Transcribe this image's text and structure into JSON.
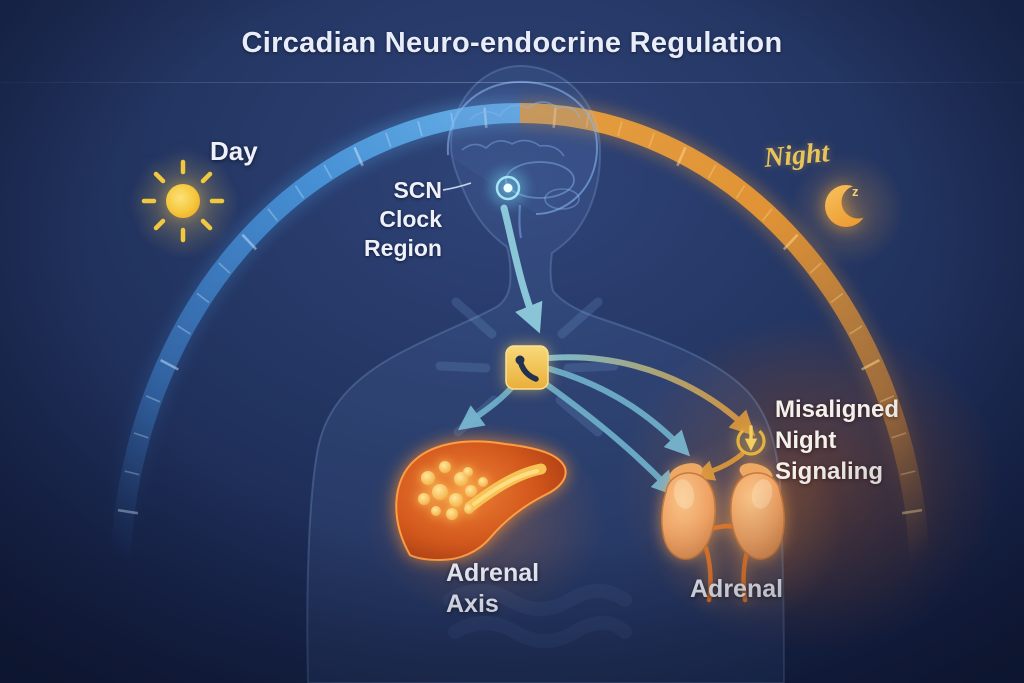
{
  "title": "Circadian Neuro-endocrine Regulation",
  "arc": {
    "day_label": "Day",
    "night_label": "Night"
  },
  "moon": {
    "sleep_letter": "z"
  },
  "annotations": {
    "scn": {
      "line1": "SCN Clock",
      "line2": "Region"
    },
    "misaligned": {
      "line1": "Misaligned",
      "line2": "Night",
      "line3": "Signaling"
    },
    "adrenal_axis": {
      "line1": "Adrenal",
      "line2": "Axis"
    },
    "adrenal": {
      "label": "Adrenal"
    }
  },
  "icons": {
    "sun": "sun-icon",
    "moon": "moon-sleep-icon",
    "brain": "brain-icon",
    "scn_glow": "scn-glow",
    "signal_hub": "signal-hub-icon",
    "misaligned_clock": "misaligned-clock-icon",
    "liver": "liver-icon",
    "kidneys": "kidneys-icon"
  },
  "colors": {
    "background": "#1d2c59",
    "day_accent": "#58a8e8",
    "night_accent": "#ef9e35",
    "gold": "#e9c45a",
    "text_primary": "#eef1f9",
    "organ_orange": "#d2571c"
  }
}
